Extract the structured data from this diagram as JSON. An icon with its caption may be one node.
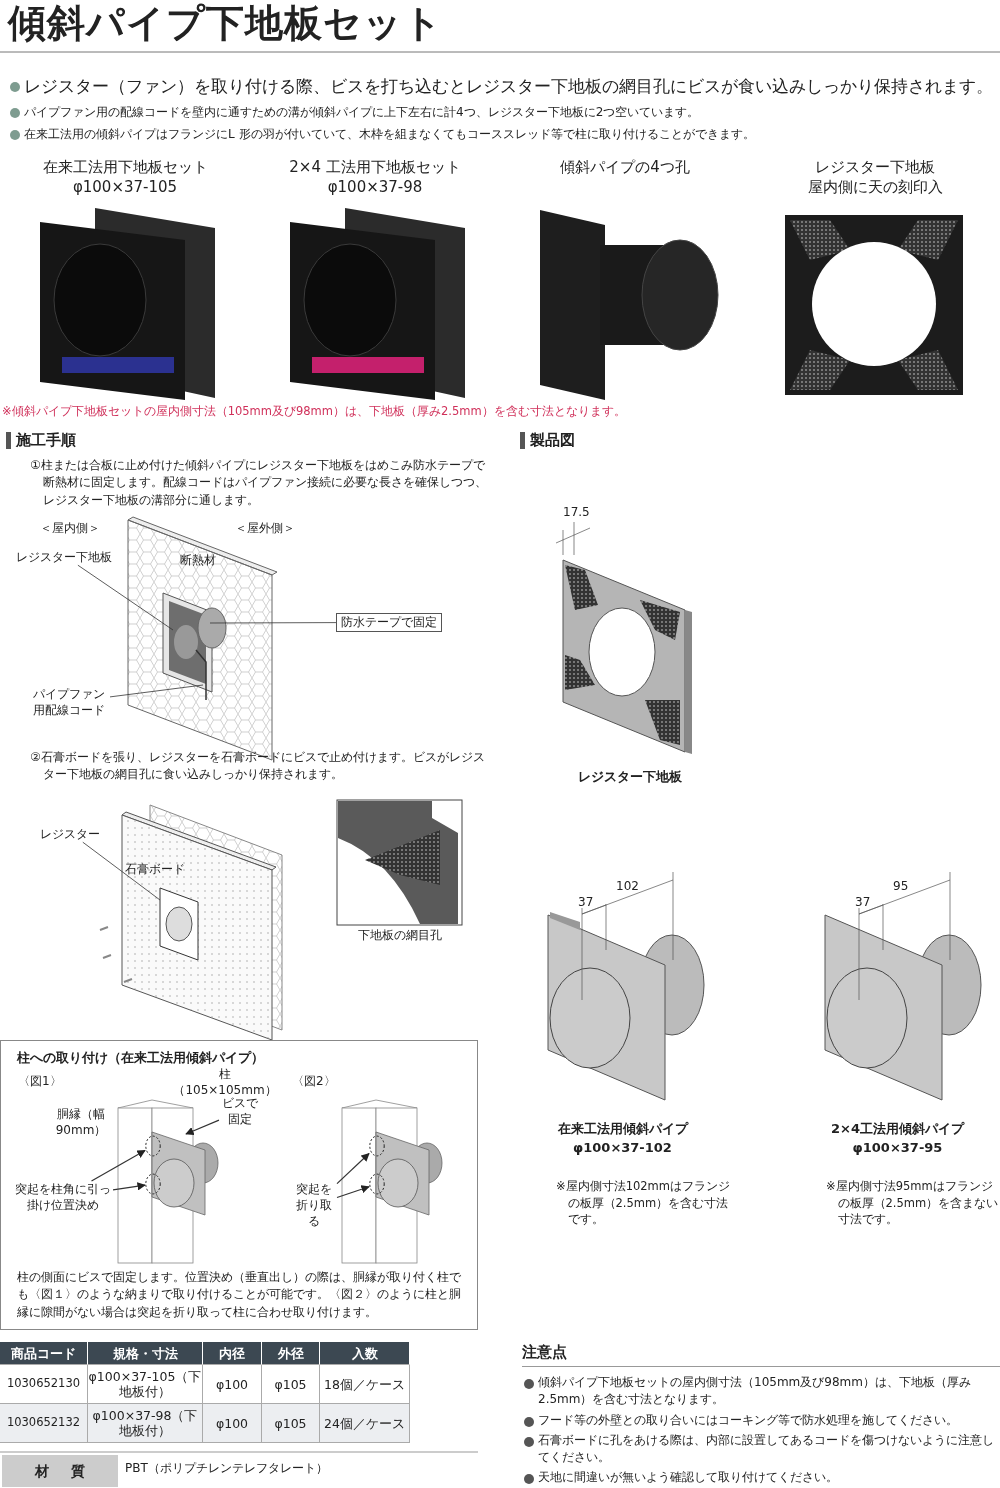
{
  "diagram": {
    "title": "傾斜パイプ下地板セット",
    "nodes": [
      {
        "text": [
          "柱への取り付け（在来工法用傾斜パイプ）",
          "柱の側面にビスで固定します。位置決め（垂直出し）の際は、胴縁が取り付く柱でも〈図１〉のような納まりで取り付けることが可能です。〈図２〉のように柱と胴縁に隙間がない場合は突起を折り取って柱に合わせ取り付けます。"
        ]
      },
      {
        "text": [
          "ビスで固定"
        ],
        "in": 0
      },
      {
        "text": [
          "突起を柱角に引っ掛け位置決め"
        ],
        "in": 0
      },
      {
        "text": [],
        "shape": "circle",
        "in": 0
      },
      {
        "text": [],
        "shape": "circle",
        "in": 0
      },
      {
        "text": [
          "突起を折り取る"
        ],
        "in": 0
      },
      {
        "text": [],
        "shape": "circle",
        "in": 0
      },
      {
        "text": [],
        "shape": "circle",
        "in": 0
      },
      {
        "text": [
          "レジスター下地板"
        ]
      },
      {
        "text": [
          "パイプファン用配線コード"
        ]
      },
      {
        "text": [
          "防水テープで固定"
        ]
      },
      {
        "text": [
          "レジスター"
        ]
      }
    ],
    "edges": [
      {
        "from": 1,
        "to": null,
        "arrow": "to"
      },
      {
        "from": 2,
        "to": 3,
        "arrow": "to"
      },
      {
        "from": 2,
        "to": 4,
        "arrow": "to"
      },
      {
        "from": 5,
        "to": 6,
        "arrow": "to"
      },
      {
        "from": 5,
        "to": 7,
        "arrow": "to"
      },
      {
        "from": 8,
        "to": null,
        "arrow": "none"
      },
      {
        "from": 9,
        "to": null,
        "arrow": "none"
      },
      {
        "from": 10,
        "to": null,
        "arrow": "none"
      },
      {
        "from": 11,
        "to": null,
        "arrow": "none"
      }
    ],
    "labels": [
      "レジスター（ファン）を取り付ける際、ビスを打ち込むとレジスター下地板の網目孔にビスが食い込みしっかり保持されます。",
      "パイプファン用の配線コードを壁内に通すための溝が傾斜パイプに上下左右に計4つ、レジスター下地板に2つ空いています。",
      "在来工法用の傾斜パイプはフランジにL 形の羽が付いていて、木枠を組まなくてもコーススレッド等で柱に取り付けることができます。",
      "在来工法用下地板セット",
      "φ100×37-105",
      "2×4 工法用下地板セット",
      "φ100×37-98",
      "傾斜パイプの4つ孔",
      "レジスター下地板",
      "屋内側に天の刻印入",
      "※傾斜パイプ下地板セットの屋内側寸法（105mm及び98mm）は、下地板（厚み2.5mm）を含む寸法となります。",
      "施工手順",
      "製品図",
      "①柱または合板に止め付けた傾斜パイプにレジスター下地板をはめこみ防水テープで断熱材に固定します。配線コードはパイプファン接続に必要な長さを確保しつつ、レジスター下地板の溝部分に通します。",
      "＜屋内側＞",
      "＜屋外側＞",
      "断熱材",
      "②石膏ボードを張り、レジスターを石膏ボードにビスで止め付けます。ビスがレジスター下地板の網目孔に食い込みしっかり保持されます。",
      "石膏ボード",
      "下地板の網目孔",
      "〈図1〉",
      "柱（105×105mm）",
      "〈図2〉",
      "胴縁（幅 90mm）",
      "17.5",
      "レジスター下地板",
      "102",
      "37",
      "95",
      "37",
      "在来工法用傾斜パイプ",
      "φ100×37-102",
      "※屋内側寸法102mmはフランジの板厚（2.5mm）を含む寸法です。",
      "2×4工法用傾斜パイプ",
      "φ100×37-95",
      "※屋内側寸法95mmはフランジの板厚（2.5mm）を含まない寸法です。",
      "商品コード",
      "規格・寸法",
      "内径",
      "外径",
      "入数",
      "1030652130",
      "φ100×37-105（下地板付）",
      "φ100",
      "φ105",
      "18個／ケース",
      "1030652132",
      "φ100×37-98（下地板付）",
      "φ100",
      "φ105",
      "24個／ケース",
      "材質",
      "PBT（ポリプチレンテレフタレート）",
      "注意点",
      "傾斜パイプ下地板セットの屋内側寸法（105mm及び98mm）は、下地板（厚み2.5mm）を含む寸法となります。",
      "フード等の外壁との取り合いにはコーキング等で防水処理を施してください。",
      "石膏ボードに孔をあける際は、内部に設置してあるコードを傷つけないように注意してください。",
      "天地に間違いが無いよう確認して取り付けてください。"
    ]
  }
}
